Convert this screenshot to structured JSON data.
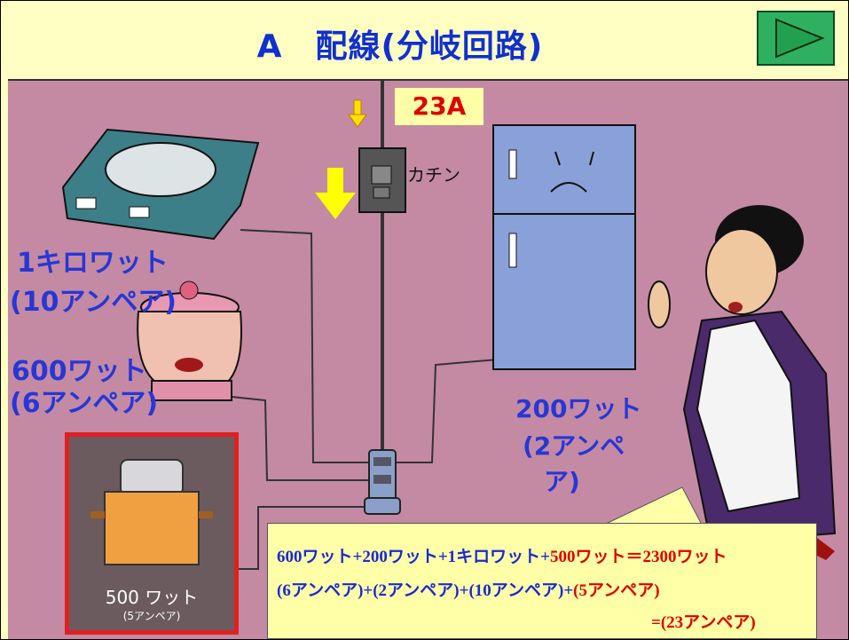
{
  "slide": {
    "title": "A　配線(分岐回路)",
    "next_button_label": "next-arrow"
  },
  "labels": {
    "main_current": "23A",
    "breaker_sound": "カチン",
    "stove_watts": "1キロワット",
    "stove_amps": "(10アンペア)",
    "pot_watts": "600ワット",
    "pot_amps": "(6アンペア)",
    "fridge_watts": "200ワット",
    "fridge_amps_1": "(2アンペ",
    "fridge_amps_2": "ア)",
    "toaster_watts": "500 ワット",
    "toaster_amps": "(5アンペア)"
  },
  "calculation": {
    "line1_part1": "600ワット+200ワット+1キロワット+",
    "line1_part2": "500ワット",
    "line1_part3": "＝2300ワット",
    "line2_part1": "(6アンペア)+(2アンペア)+(10アンペア)+",
    "line2_part2": "(5アンペア)",
    "line3": "=(23アンペア)"
  },
  "colors": {
    "background": "#c48aa3",
    "title_bar": "#ffffc4",
    "title_text": "#1030d0",
    "label_blue": "#2737d6",
    "highlight_red": "#e00000",
    "next_button": "#2fb060"
  }
}
